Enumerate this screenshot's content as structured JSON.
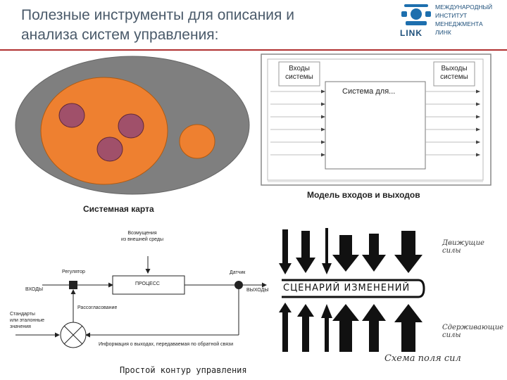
{
  "slide": {
    "title_line1": "Полезные инструменты для описания и",
    "title_line2": "анализа систем управления:"
  },
  "logo": {
    "line1": "Международный",
    "line2": "институт",
    "line3": "менеджмента",
    "line4": "линк",
    "brand": "LINK"
  },
  "system_map": {
    "caption": "Системная карта"
  },
  "io_model": {
    "inputs_line1": "Входы",
    "inputs_line2": "системы",
    "outputs_line1": "Выходы",
    "outputs_line2": "системы",
    "system_label": "Система для...",
    "caption": "Модель входов и выходов"
  },
  "control_loop": {
    "disturbance_line1": "Возмущения",
    "disturbance_line2": "из внешней среды",
    "regulator": "Регулятор",
    "sensor": "Датчик",
    "process": "ПРОЦЕСС",
    "inputs": "ВХОДЫ",
    "outputs": "ВЫХОДЫ",
    "mismatch": "Рассогласование",
    "standards_line1": "Стандарты",
    "standards_line2": "или эталонные",
    "standards_line3": "значения",
    "feedback": "Информация о выходах, передаваемая по обратной связи",
    "caption": "Простой контур управления"
  },
  "force_field": {
    "driving_line1": "Движущие",
    "driving_line2": "силы",
    "scenario": "СЦЕНАРИЙ ИЗМЕНЕНИЙ",
    "restraining_line1": "Сдерживающие",
    "restraining_line2": "силы",
    "caption": "Схема поля сил"
  }
}
